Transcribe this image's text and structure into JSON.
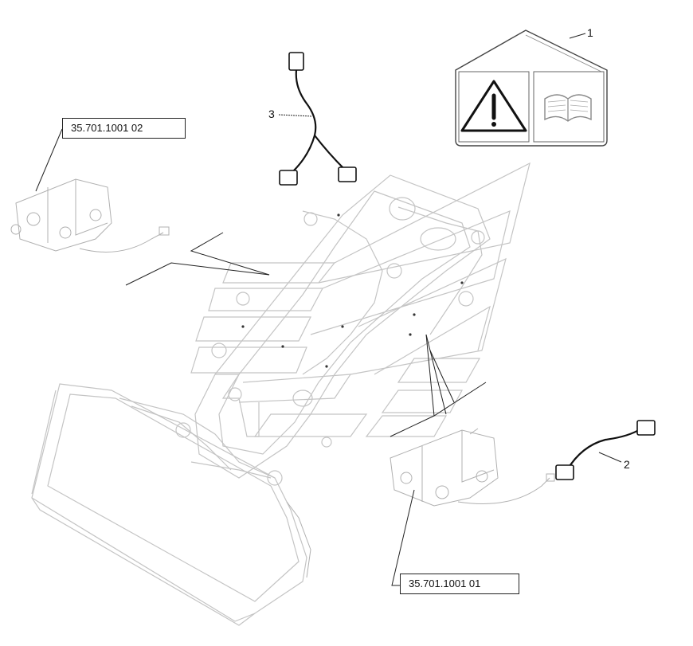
{
  "labels": {
    "valve_top_ref": "35.701.1001 02",
    "valve_bottom_ref": "35.701.1001 01",
    "callout_1": "1",
    "callout_2": "2",
    "callout_3": "3"
  },
  "icons": [
    "warning-triangle-icon",
    "manual-book-icon"
  ],
  "colors": {
    "line": "#111111",
    "ghost": "#c4c4c4",
    "decal_border": "#444444"
  }
}
